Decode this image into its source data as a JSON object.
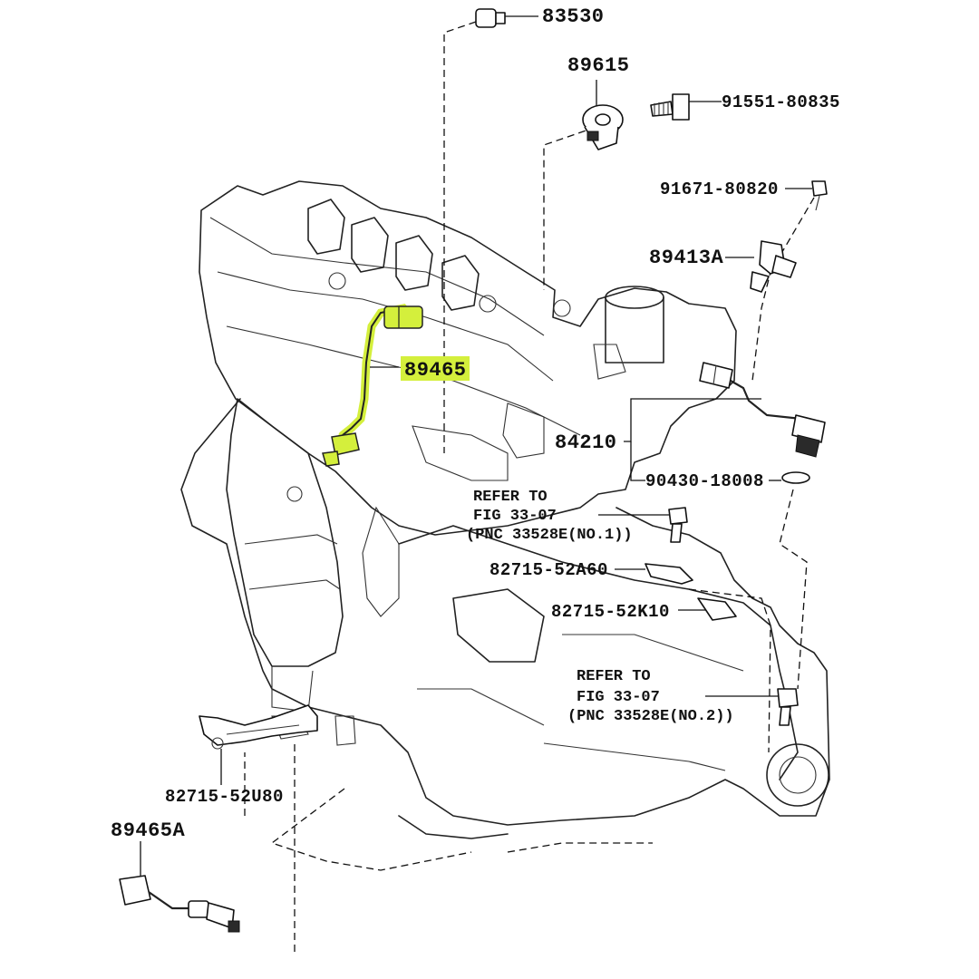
{
  "colors": {
    "highlight": "#d4ef3c",
    "line": "#111111",
    "background": "#ffffff"
  },
  "parts": {
    "p83530": "83530",
    "p89615": "89615",
    "p91551": "91551-80835",
    "p91671": "91671-80820",
    "p89413A": "89413A",
    "p89465": "89465",
    "p84210": "84210",
    "p90430": "90430-18008",
    "p82715_52A60": "82715-52A60",
    "p82715_52K10": "82715-52K10",
    "p82715_52U80": "82715-52U80",
    "p89465A": "89465A"
  },
  "references": {
    "ref1": {
      "line1": "REFER TO",
      "line2": "FIG 33-07",
      "line3": "(PNC 33528E(NO.1))"
    },
    "ref2": {
      "line1": "REFER TO",
      "line2": "FIG 33-07",
      "line3": "(PNC 33528E(NO.2))"
    }
  },
  "highlighted_part": "89465"
}
